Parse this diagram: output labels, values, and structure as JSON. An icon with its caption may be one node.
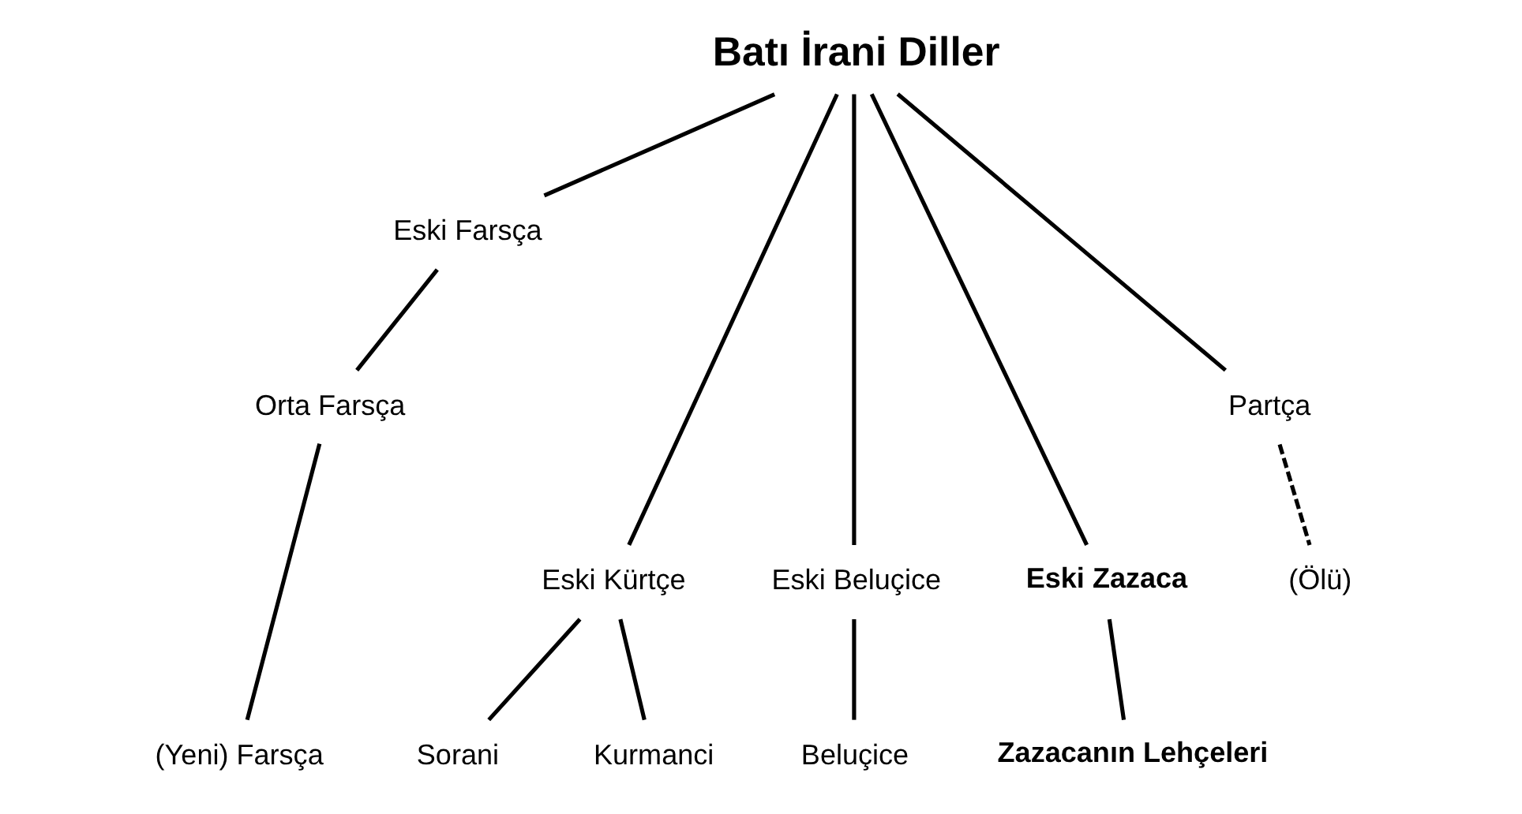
{
  "diagram": {
    "nodes": [
      {
        "text": [
          "Batı İrani Diller"
        ]
      },
      {
        "text": [
          "Eski Farsça"
        ]
      },
      {
        "text": [
          "Orta Farsça"
        ]
      },
      {
        "text": [
          "(Yeni) Farsça"
        ]
      },
      {
        "text": [
          "Eski Kürtçe"
        ]
      },
      {
        "text": [
          "Sorani"
        ]
      },
      {
        "text": [
          "Kurmanci"
        ]
      },
      {
        "text": [
          "Eski Beluçice"
        ]
      },
      {
        "text": [
          "Eski Zazaca"
        ]
      },
      {
        "text": [
          "Zazacanın Lehçeleri"
        ]
      },
      {
        "text": [
          "Beluçice"
        ]
      },
      {
        "text": [
          "Partça"
        ]
      },
      {
        "text": [
          "(Ölü)"
        ]
      }
    ],
    "edges": [
      {
        "from": 0,
        "to": 1,
        "arrow": "none"
      },
      {
        "from": 0,
        "to": 4,
        "arrow": "none"
      },
      {
        "from": 0,
        "to": 7,
        "arrow": "none"
      },
      {
        "from": 0,
        "to": 8,
        "arrow": "none"
      },
      {
        "from": 0,
        "to": 11,
        "arrow": "none"
      },
      {
        "from": 1,
        "to": 2,
        "arrow": "none"
      },
      {
        "from": 2,
        "to": 3,
        "arrow": "none"
      },
      {
        "from": 4,
        "to": 5,
        "arrow": "none"
      },
      {
        "from": 4,
        "to": 6,
        "arrow": "none"
      },
      {
        "from": 7,
        "to": 10,
        "arrow": "none"
      },
      {
        "from": 8,
        "to": 9,
        "arrow": "none"
      },
      {
        "from": 11,
        "to": 12,
        "arrow": "none",
        "style": "dashed"
      }
    ]
  }
}
